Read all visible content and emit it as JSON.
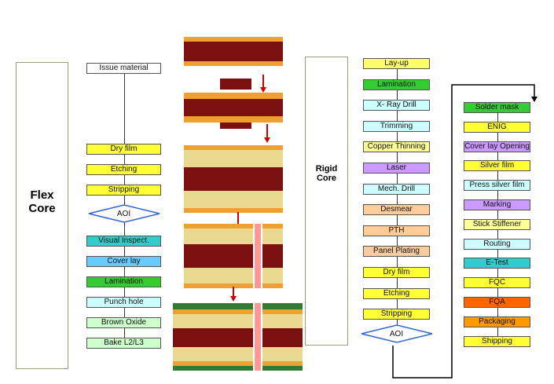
{
  "flex_core": {
    "label": "Flex\nCore",
    "steps": [
      {
        "label": "Issue material",
        "color": "#ffffff"
      },
      {
        "label": "Dry film",
        "color": "#ffff33"
      },
      {
        "label": "Etching",
        "color": "#ffff33"
      },
      {
        "label": "Stripping",
        "color": "#ffff33"
      },
      {
        "label": "AOI",
        "color": "#ffffff",
        "shape": "diamond"
      },
      {
        "label": "Visual Inspect.",
        "color": "#33cccc"
      },
      {
        "label": "Cover lay",
        "color": "#66ccff"
      },
      {
        "label": "Lamination",
        "color": "#33cc33"
      },
      {
        "label": "Punch hole",
        "color": "#ccffff"
      },
      {
        "label": "Brown Oxide",
        "color": "#ccffcc"
      },
      {
        "label": "Bake  L2/L3",
        "color": "#ccffcc"
      }
    ]
  },
  "rigid_core": {
    "label": "Rigid\nCore",
    "steps": [
      {
        "label": "Lay-up",
        "color": "#ffff66"
      },
      {
        "label": "Lamination",
        "color": "#33cc33"
      },
      {
        "label": "X- Ray Drill",
        "color": "#ccffff"
      },
      {
        "label": "Trimming",
        "color": "#ccffff"
      },
      {
        "label": "Copper Thinning",
        "color": "#ffff99"
      },
      {
        "label": "Laser",
        "color": "#cc99ff"
      },
      {
        "label": "Mech. Drill",
        "color": "#ccffff"
      },
      {
        "label": "Desmear",
        "color": "#ffcc99"
      },
      {
        "label": "PTH",
        "color": "#ffcc99"
      },
      {
        "label": "Panel Plating",
        "color": "#ffcc99"
      },
      {
        "label": "Dry film",
        "color": "#ffff33"
      },
      {
        "label": "Etching",
        "color": "#ffff33"
      },
      {
        "label": "Stripping",
        "color": "#ffff33"
      },
      {
        "label": "AOI",
        "color": "#ffffff",
        "shape": "diamond"
      }
    ]
  },
  "final_steps": [
    {
      "label": "Solder mask",
      "color": "#33cc33"
    },
    {
      "label": "ENIG",
      "color": "#ffff33"
    },
    {
      "label": "Cover lay Opening",
      "color": "#cc99ff"
    },
    {
      "label": "Silver film",
      "color": "#ffff33"
    },
    {
      "label": "Press silver film",
      "color": "#ccffff"
    },
    {
      "label": "Marking",
      "color": "#cc99ff"
    },
    {
      "label": "Stick  Stiffener",
      "color": "#ffff99"
    },
    {
      "label": "Routing",
      "color": "#ccffff"
    },
    {
      "label": "E-Test",
      "color": "#33cccc"
    },
    {
      "label": "FQC",
      "color": "#ffff33"
    },
    {
      "label": "FQA",
      "color": "#ff6600"
    },
    {
      "label": "Packaging",
      "color": "#ff9900"
    },
    {
      "label": "Shipping",
      "color": "#ffff33"
    }
  ],
  "colors": {
    "flex_panel": "#ffffcc",
    "rigid_panel": "#f8caa0",
    "copper": "#f0a030",
    "dielectric": "#7a1010",
    "prepreg": "#e8d890",
    "arrow": "#cc0000"
  }
}
